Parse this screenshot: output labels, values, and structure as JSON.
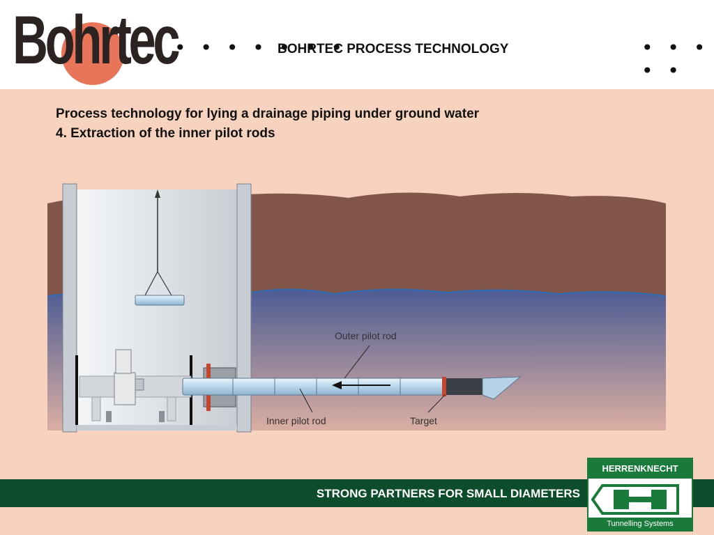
{
  "header": {
    "logo_text": "Bohrtec",
    "dots_left": "• • • • • • •",
    "title": "BOHRTEC PROCESS TECHNOLOGY",
    "dots_right": "• • • • •"
  },
  "slide": {
    "title_line1": "Process technology for lying a drainage piping under ground water",
    "title_line2": "4. Extraction of the inner pilot rods"
  },
  "diagram": {
    "labels": {
      "outer_pilot_rod": "Outer pilot rod",
      "inner_pilot_rod": "Inner pilot rod",
      "target": "Target"
    },
    "colors": {
      "soil": "#82564a",
      "water_line": "#2f6db5",
      "background": "#f7d3bf"
    }
  },
  "footer": {
    "slogan": "STRONG PARTNERS FOR SMALL DIAMETERS",
    "partner_brand": "HERRENKNECHT",
    "partner_tagline": "Tunnelling Systems",
    "band_color": "#0d4d2c"
  }
}
